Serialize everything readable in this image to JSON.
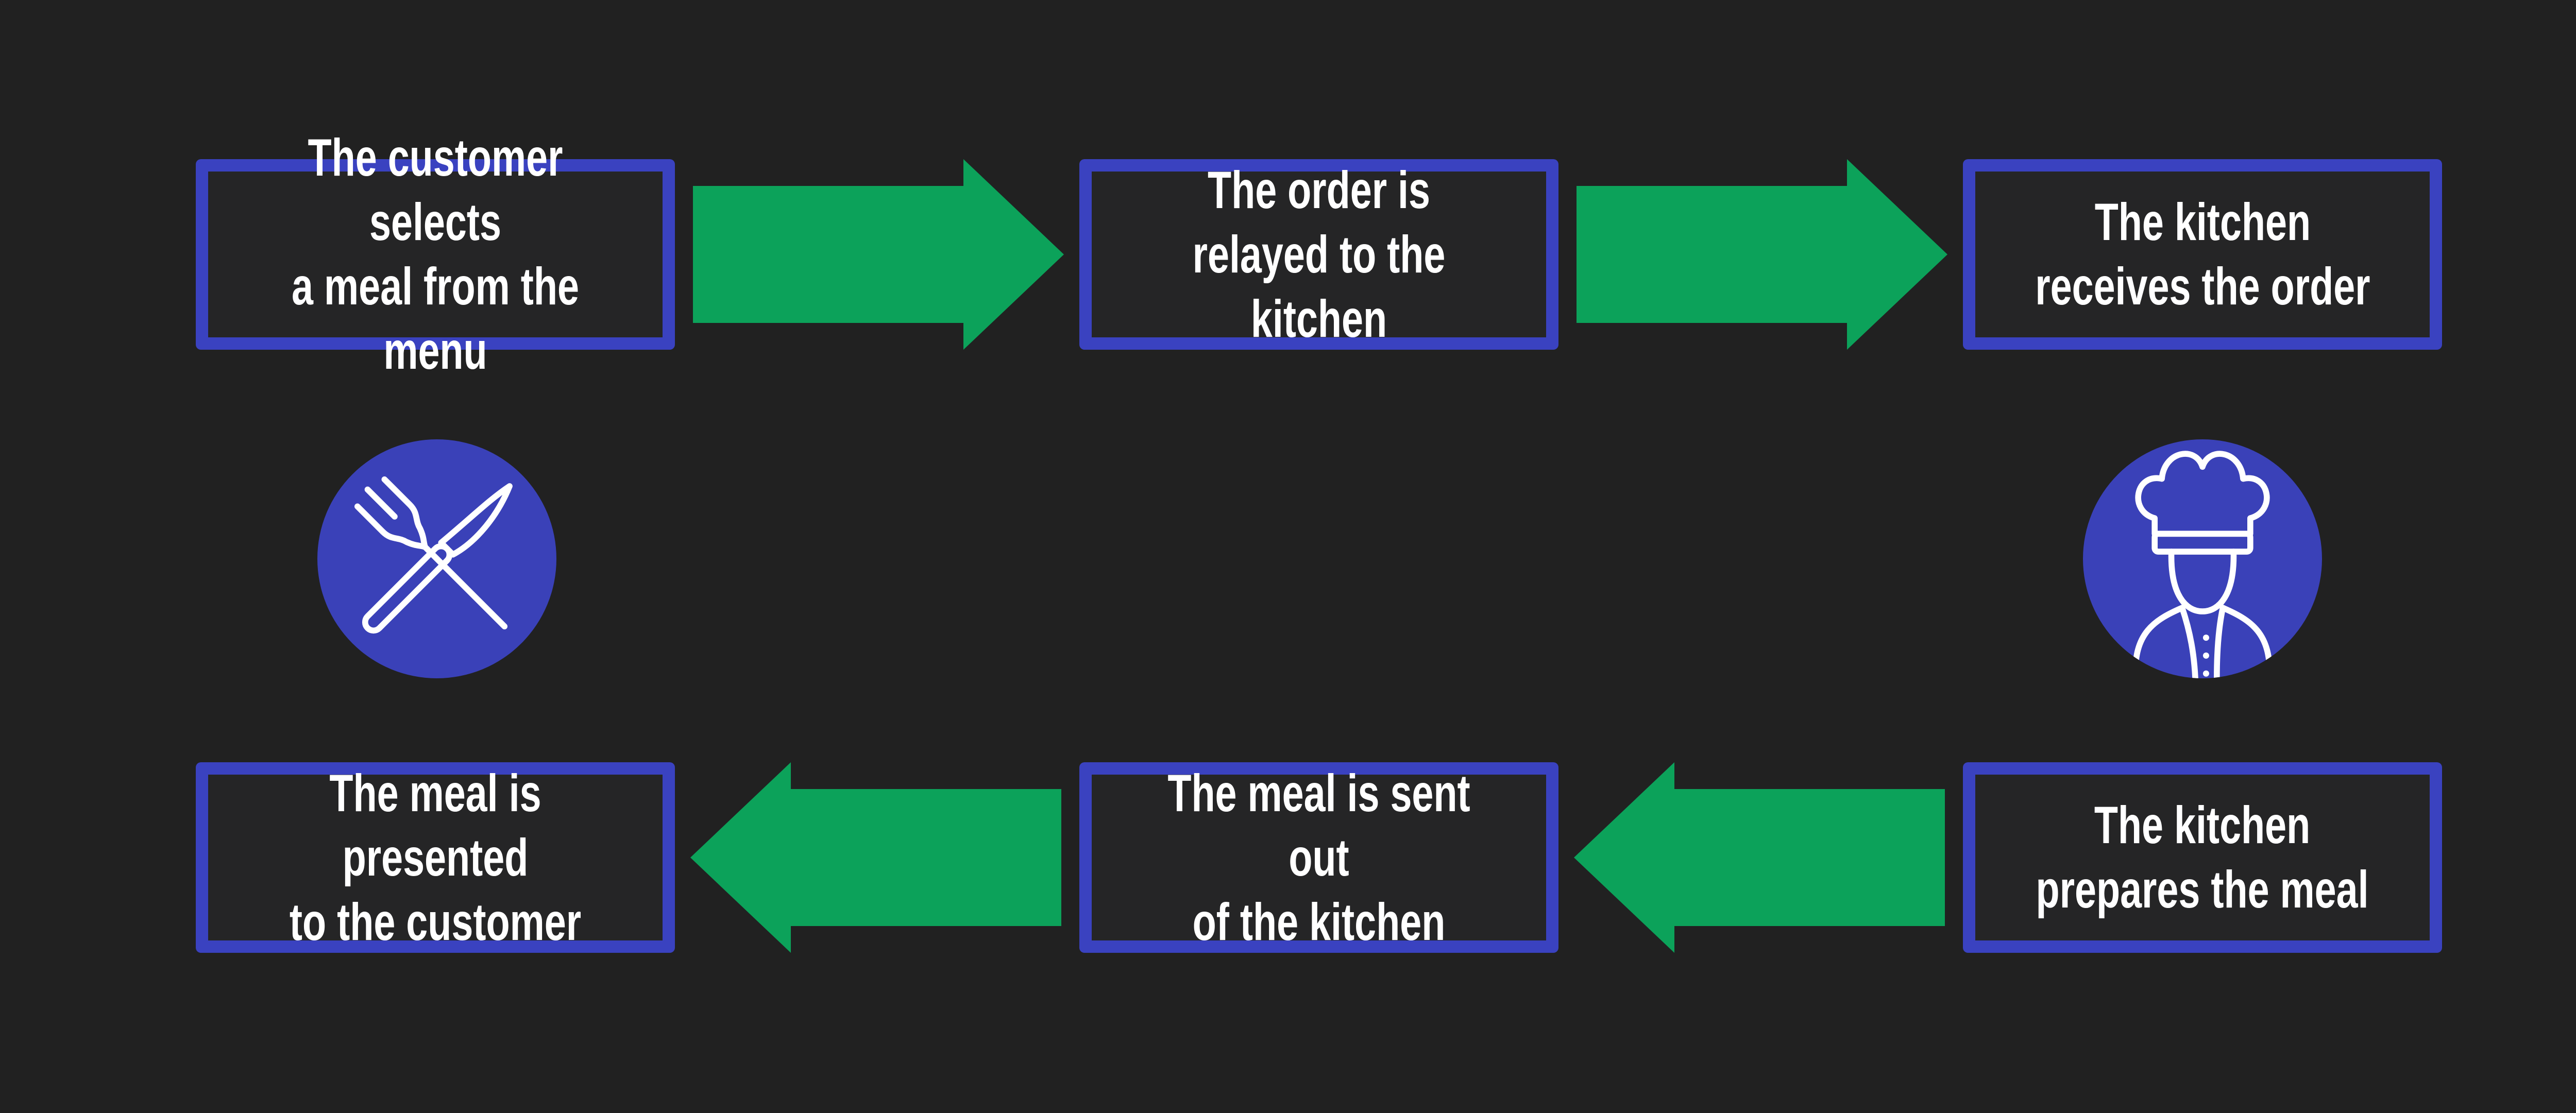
{
  "diagram": {
    "title": "restaurant-order-flow",
    "background": "#212121",
    "colors": {
      "box_border_blue": "#3A42C0",
      "box_fill": "#252526",
      "arrow_green": "#0CA25A",
      "icon_circle_blue": "#3A41B8",
      "text_white": "#FFFFFF"
    },
    "steps": [
      {
        "id": 1,
        "row": "top",
        "label": "The customer selects\na meal from the menu"
      },
      {
        "id": 2,
        "row": "top",
        "label": "The order is\nrelayed to the kitchen"
      },
      {
        "id": 3,
        "row": "top",
        "label": "The kitchen\nreceives the order"
      },
      {
        "id": 4,
        "row": "bottom",
        "label": "The kitchen\nprepares the meal"
      },
      {
        "id": 5,
        "row": "bottom",
        "label": "The meal is sent out\nof the kitchen"
      },
      {
        "id": 6,
        "row": "bottom",
        "label": "The meal is presented\nto the customer"
      }
    ],
    "arrows": [
      {
        "between": "step1-step2",
        "direction": "right"
      },
      {
        "between": "step2-step3",
        "direction": "right"
      },
      {
        "between": "step4-step5",
        "direction": "left"
      },
      {
        "between": "step5-step6",
        "direction": "left"
      }
    ],
    "icons": [
      {
        "name": "fork-and-knife",
        "side": "left"
      },
      {
        "name": "chef",
        "side": "right"
      }
    ]
  }
}
